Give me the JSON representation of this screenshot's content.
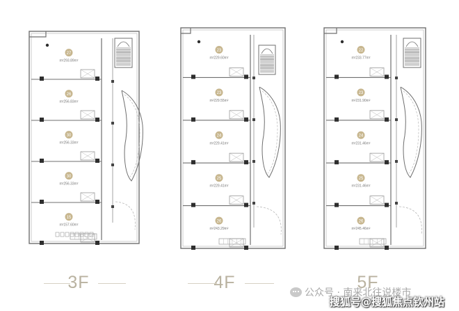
{
  "floors": [
    {
      "label": "3F",
      "units": [
        {
          "no": "27",
          "area": "m²293.89m²"
        },
        {
          "no": "26",
          "area": "m²256.83m²"
        },
        {
          "no": "30",
          "area": "m²256.33m²"
        },
        {
          "no": "30",
          "area": "m²256.33m²"
        },
        {
          "no": "15",
          "area": "m²157.60m²"
        }
      ]
    },
    {
      "label": "4F",
      "units": [
        {
          "no": "23",
          "area": "m²229.60m²"
        },
        {
          "no": "23",
          "area": "m²229.55m²"
        },
        {
          "no": "24",
          "area": "m²229.41m²"
        },
        {
          "no": "25",
          "area": "m²229.41m²"
        },
        {
          "no": "26",
          "area": "m²243.29m²"
        }
      ]
    },
    {
      "label": "5F",
      "units": [
        {
          "no": "22",
          "area": "m²233.77m²"
        },
        {
          "no": "23",
          "area": "m²231.90m²"
        },
        {
          "no": "24",
          "area": "m²231.46m²"
        },
        {
          "no": "25",
          "area": "m²231.46m²"
        },
        {
          "no": "26",
          "area": "m²245.46m²"
        }
      ]
    }
  ],
  "watermark": {
    "account": "公众号 · 南来北往说楼市",
    "site": "搜狐号@搜狐焦点钦州站"
  }
}
